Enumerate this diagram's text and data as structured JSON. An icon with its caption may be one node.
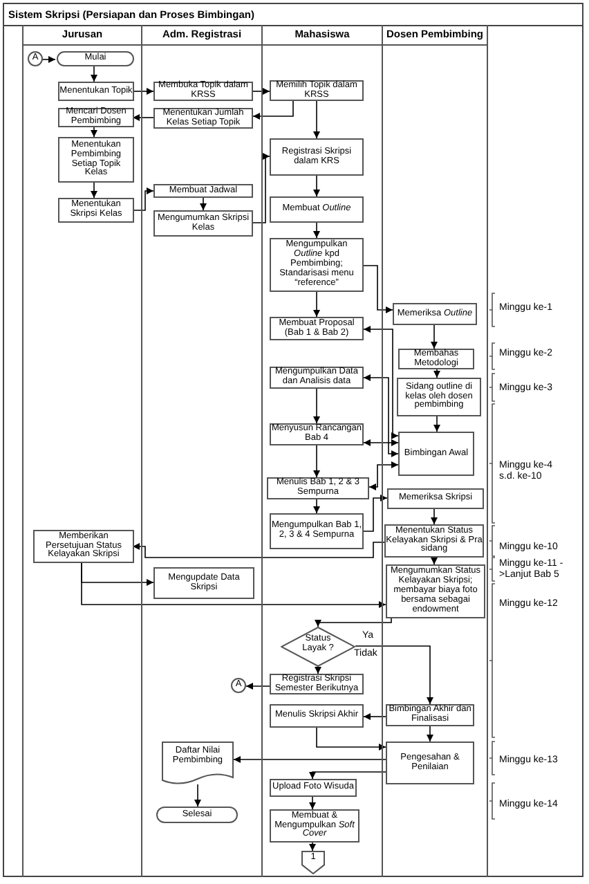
{
  "diagram": {
    "title": "Sistem Skripsi (Persiapan dan Proses Bimbingan)",
    "nodes": [
      {
        "text": [
          "Jurusan"
        ]
      },
      {
        "text": [
          "Adm. Registrasi"
        ]
      },
      {
        "text": [
          "Mahasiswa"
        ]
      },
      {
        "text": [
          "Dosen Pembimbing"
        ]
      },
      {
        "text": [
          "A"
        ],
        "in": 0
      },
      {
        "text": [
          "Mulai"
        ],
        "in": 0
      },
      {
        "text": [
          "Menentukan Topik"
        ],
        "in": 0
      },
      {
        "text": [
          "Membuka Topik dalam KRSS"
        ],
        "in": 1
      },
      {
        "text": [
          "Memilih Topik dalam KRSS"
        ],
        "in": 2
      },
      {
        "text": [
          "Mencari Dosen Pembimbing"
        ],
        "in": 0
      },
      {
        "text": [
          "Menentukan Jumlah Kelas Setiap Topik"
        ],
        "in": 1
      },
      {
        "text": [
          "Menentukan Pembimbing Setiap Topik Kelas"
        ],
        "in": 0
      },
      {
        "text": [
          "Registrasi Skripsi dalam KRS"
        ],
        "in": 2
      },
      {
        "text": [
          "Membuat Jadwal"
        ],
        "in": 1
      },
      {
        "text": [
          "Menentukan Skripsi Kelas"
        ],
        "in": 0
      },
      {
        "text": [
          "Mengumumkan Skripsi Kelas"
        ],
        "in": 1
      },
      {
        "text": [
          "Membuat *Outline*"
        ],
        "in": 2
      },
      {
        "text": [
          "Mengumpulkan *Outline* kpd Pembimbing; Standarisasi menu “reference”"
        ],
        "in": 2
      },
      {
        "text": [
          "Memeriksa *Outline*"
        ],
        "in": 3
      },
      {
        "text": [
          "Membuat Proposal (Bab 1 & Bab 2)"
        ],
        "in": 2
      },
      {
        "text": [
          "Membahas Metodologi"
        ],
        "in": 3
      },
      {
        "text": [
          "Mengumpulkan Data dan Analisis data"
        ],
        "in": 2
      },
      {
        "text": [
          "Sidang outline di kelas oleh dosen pembimbing"
        ],
        "in": 3
      },
      {
        "text": [
          "Menyusun Rancangan Bab 4"
        ],
        "in": 2
      },
      {
        "text": [
          "Bimbingan Awal"
        ],
        "in": 3
      },
      {
        "text": [
          "Menulis Bab 1, 2 & 3 Sempurna"
        ],
        "in": 2
      },
      {
        "text": [
          "Memeriksa Skripsi"
        ],
        "in": 3
      },
      {
        "text": [
          "Mengumpulkan Bab 1, 2, 3 & 4 Sempurna"
        ],
        "in": 2
      },
      {
        "text": [
          "Menentukan Status Kelayakan Skripsi & Pra sidang"
        ],
        "in": 3
      },
      {
        "text": [
          "Memberikan Persetujuan Status Kelayakan Skripsi"
        ],
        "in": 0
      },
      {
        "text": [
          "Mengumumkan Status Kelayakan Skripsi; membayar biaya foto bersama sebagai endowment"
        ],
        "in": 3
      },
      {
        "text": [
          "Mengupdate Data Skripsi"
        ],
        "in": 1
      },
      {
        "text": [
          "Status Layak ?"
        ],
        "in": 2
      },
      {
        "text": [
          "Registrasi Skripsi Semester Berikutnya"
        ],
        "in": 2
      },
      {
        "text": [
          "A"
        ],
        "in": 1
      },
      {
        "text": [
          "Menulis Skripsi Akhir"
        ],
        "in": 2
      },
      {
        "text": [
          "Bimbingan Akhir dan Finalisasi"
        ],
        "in": 3
      },
      {
        "text": [
          "Pengesahan & Penilaian"
        ],
        "in": 3
      },
      {
        "text": [
          "Daftar Nilai Pembimbing"
        ],
        "in": 1
      },
      {
        "text": [
          "Upload Foto Wisuda"
        ],
        "in": 2
      },
      {
        "text": [
          "Selesai"
        ],
        "in": 1
      },
      {
        "text": [
          "Membuat & Mengumpulkan *Soft Cover*"
        ],
        "in": 2
      },
      {
        "text": [
          "1"
        ],
        "in": 2
      }
    ],
    "edges": [
      {
        "from": 4,
        "to": 5,
        "arrow": "to"
      },
      {
        "from": 5,
        "to": 6,
        "arrow": "to"
      },
      {
        "from": 6,
        "to": 7,
        "arrow": "to"
      },
      {
        "from": 7,
        "to": 8,
        "arrow": "to"
      },
      {
        "from": 8,
        "to": 10,
        "arrow": "to"
      },
      {
        "from": 8,
        "to": 12,
        "arrow": "to"
      },
      {
        "from": 10,
        "to": 9,
        "arrow": "to"
      },
      {
        "from": 9,
        "to": 11,
        "arrow": "to"
      },
      {
        "from": 11,
        "to": 14,
        "arrow": "to"
      },
      {
        "from": 14,
        "to": 13,
        "arrow": "to"
      },
      {
        "from": 13,
        "to": 15,
        "arrow": "to"
      },
      {
        "from": 15,
        "to": 12,
        "arrow": "to"
      },
      {
        "from": 12,
        "to": 16,
        "arrow": "to"
      },
      {
        "from": 16,
        "to": 17,
        "arrow": "to"
      },
      {
        "from": 17,
        "to": 18,
        "arrow": "to"
      },
      {
        "from": 17,
        "to": 19,
        "arrow": "to"
      },
      {
        "from": 18,
        "to": 20,
        "arrow": "to"
      },
      {
        "from": 20,
        "to": 22,
        "arrow": "to"
      },
      {
        "from": 22,
        "to": 24,
        "arrow": "to"
      },
      {
        "from": 19,
        "to": 24,
        "arrow": "both"
      },
      {
        "from": 21,
        "to": 24,
        "arrow": "both"
      },
      {
        "from": 23,
        "to": 24,
        "arrow": "both"
      },
      {
        "from": 25,
        "to": 24,
        "arrow": "both"
      },
      {
        "from": 21,
        "to": 23,
        "arrow": "to"
      },
      {
        "from": 23,
        "to": 25,
        "arrow": "to"
      },
      {
        "from": 25,
        "to": 27,
        "arrow": "to"
      },
      {
        "from": 27,
        "to": 26,
        "arrow": "to"
      },
      {
        "from": 26,
        "to": 28,
        "arrow": "to"
      },
      {
        "from": 28,
        "to": 29,
        "arrow": "to"
      },
      {
        "from": 28,
        "to": 30,
        "arrow": "to"
      },
      {
        "from": 29,
        "to": 31,
        "arrow": "to"
      },
      {
        "from": 29,
        "to": 30,
        "arrow": "to"
      },
      {
        "from": 30,
        "to": 32,
        "arrow": "to"
      },
      {
        "from": 32,
        "to": 33,
        "arrow": "to"
      },
      {
        "from": 32,
        "to": 36,
        "arrow": "to"
      },
      {
        "from": 33,
        "to": 34,
        "arrow": "to"
      },
      {
        "from": 36,
        "to": 35,
        "arrow": "to"
      },
      {
        "from": 35,
        "to": 37,
        "arrow": "to"
      },
      {
        "from": 36,
        "to": 37,
        "arrow": "to"
      },
      {
        "from": 37,
        "to": 38,
        "arrow": "to"
      },
      {
        "from": 37,
        "to": 39,
        "arrow": "to"
      },
      {
        "from": 38,
        "to": 40,
        "arrow": "to"
      },
      {
        "from": 39,
        "to": 41,
        "arrow": "to"
      },
      {
        "from": 41,
        "to": 42,
        "arrow": "to"
      }
    ],
    "labels": [
      "Ya",
      "Tidak",
      "Minggu ke-1",
      "Minggu ke-2",
      "Minggu ke-3",
      "Minggu ke-4 s.d. ke-10",
      "Minggu ke-10",
      "Minggu ke-11 ->Lanjut Bab 5",
      "Minggu ke-12",
      "Minggu ke-13",
      "Minggu ke-14"
    ]
  }
}
